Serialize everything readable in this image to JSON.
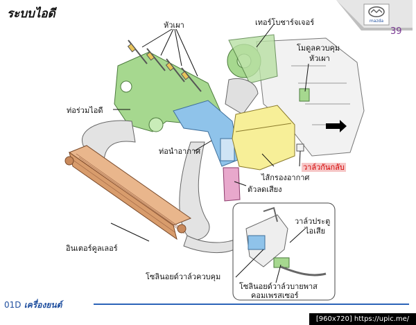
{
  "slide": {
    "title": "ระบบไอดี",
    "page_number": "39",
    "footer_code": "01D",
    "footer_title": "เครื่องยนต์",
    "logo_text": "mazda"
  },
  "labels": {
    "glow_plugs": "หัวเผา",
    "turbocharger": "เทอร์โบชาร์จเจอร์",
    "glow_module": "โมดูลควบคุม",
    "glow_module_2": "หัวเผา",
    "intake_manifold": "ท่อร่วมไอดี",
    "air_intake": "ท่อนำอากาศ",
    "check_valve": "วาล์วกันกลับ",
    "air_filter": "ไส้กรองอากาศ",
    "silencer": "ตัวลดเสียง",
    "egr_valve": "วาล์วประตู",
    "egr_valve_2": "ไอเสีย",
    "intercooler": "อินเตอร์คูลเลอร์",
    "solenoid_control": "โซลินอยด์วาล์วควบคุม",
    "solenoid_bypass": "โซลินอยด์วาล์วบายพาส",
    "solenoid_bypass_2": "คอมเพรสเซอร์"
  },
  "watermark": "[960x720] https://upic.me/",
  "colors": {
    "manifold_green": "#a6d88f",
    "duct_blue": "#8fc3ea",
    "filter_yellow": "#f7ef98",
    "silencer_pink": "#e8a8cc",
    "red_label": "#d40000",
    "footer_blue": "#2b63b8"
  }
}
